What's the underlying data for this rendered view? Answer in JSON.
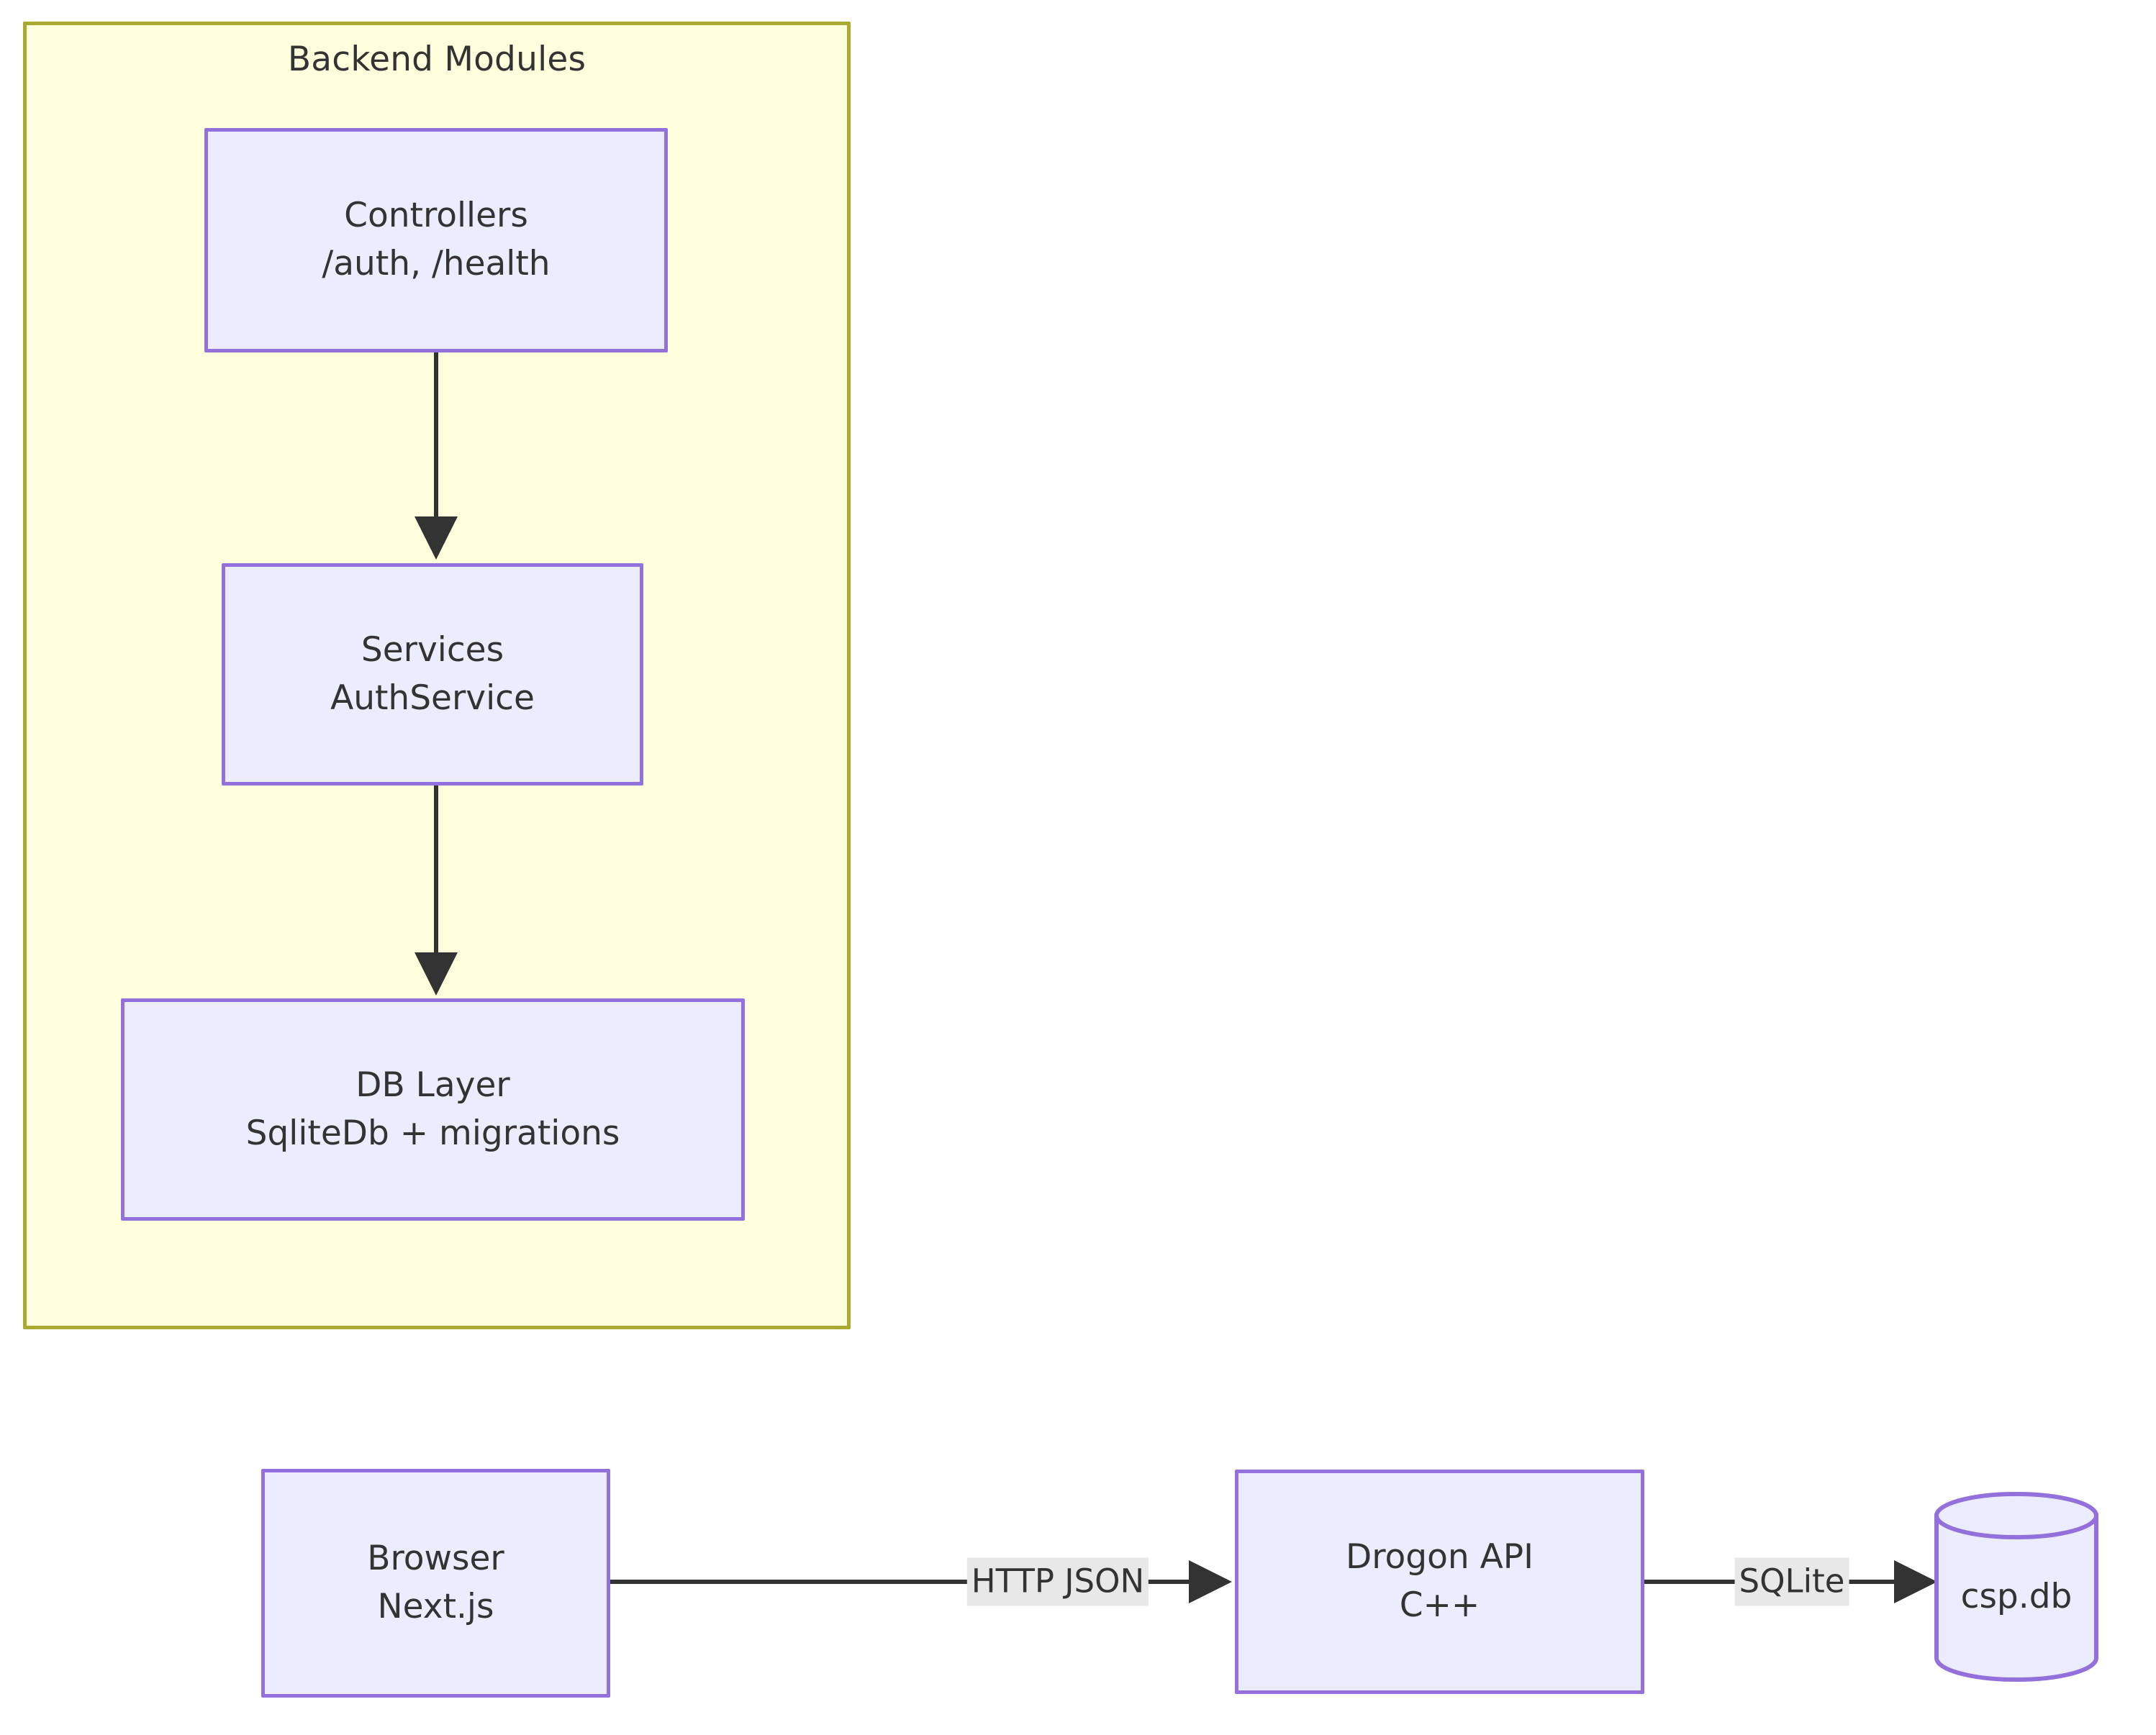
{
  "diagram": {
    "type": "flowchart",
    "subgraph": {
      "title": "Backend Modules",
      "fill": "#ffffde",
      "stroke": "#aaaa33"
    },
    "node_style": {
      "fill": "#ececff",
      "stroke": "#9370db",
      "text": "#333333"
    },
    "nodes": [
      {
        "id": "controllers",
        "line1": "Controllers",
        "line2": "/auth, /health",
        "shape": "rect"
      },
      {
        "id": "services",
        "line1": "Services",
        "line2": "AuthService",
        "shape": "rect"
      },
      {
        "id": "dblayer",
        "line1": "DB Layer",
        "line2": "SqliteDb + migrations",
        "shape": "rect"
      },
      {
        "id": "browser",
        "line1": "Browser",
        "line2": "Next.js",
        "shape": "rect"
      },
      {
        "id": "api",
        "line1": "Drogon API",
        "line2": "C++",
        "shape": "rect"
      },
      {
        "id": "db",
        "line1": "csp.db",
        "shape": "cylinder"
      }
    ],
    "edges": [
      {
        "from": "controllers",
        "to": "services",
        "label": ""
      },
      {
        "from": "services",
        "to": "dblayer",
        "label": ""
      },
      {
        "from": "browser",
        "to": "api",
        "label": "HTTP JSON"
      },
      {
        "from": "api",
        "to": "db",
        "label": "SQLite"
      }
    ]
  }
}
